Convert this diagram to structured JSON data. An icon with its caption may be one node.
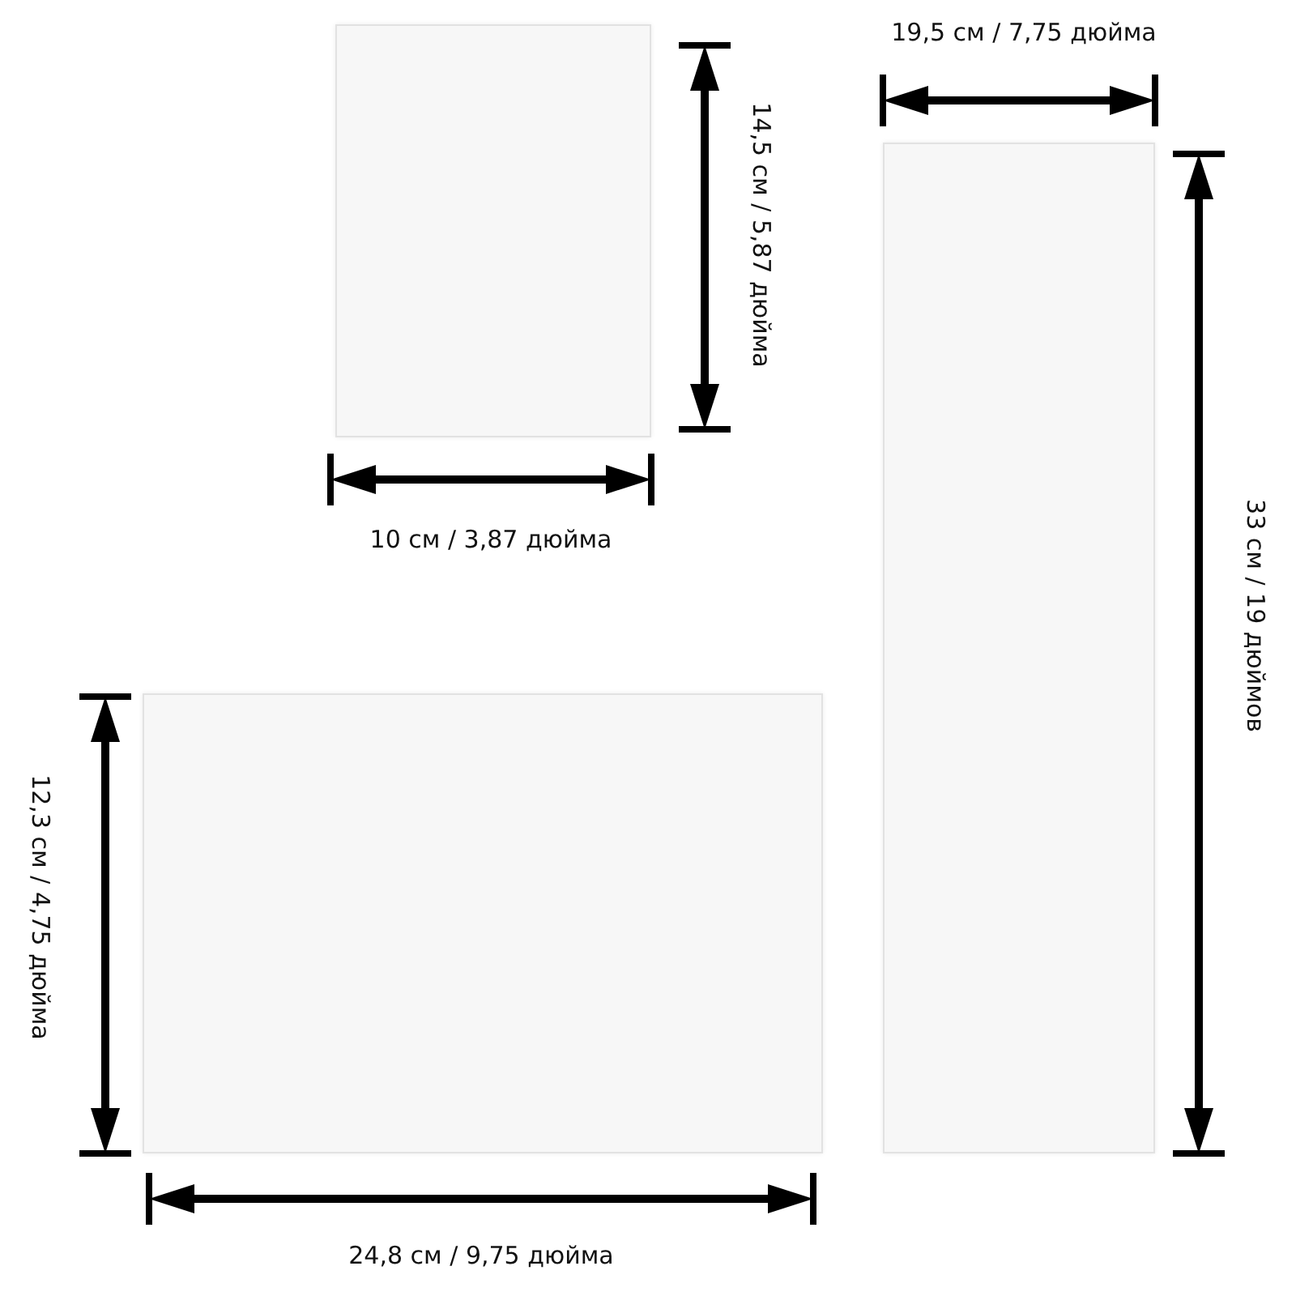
{
  "diagram": {
    "nodes": [
      {
        "text": [],
        "shape": "box"
      },
      {
        "text": [],
        "shape": "box"
      },
      {
        "text": [],
        "shape": "box"
      }
    ],
    "labels": [
      "19,5 см / 7,75 дюйма",
      "14,5 см / 5,87 дюйма",
      "10 см / 3,87 дюйма",
      "33 см / 19 дюймов",
      "12,3 см / 4,75 дюйма",
      "24,8 см / 9,75 дюйма"
    ]
  }
}
